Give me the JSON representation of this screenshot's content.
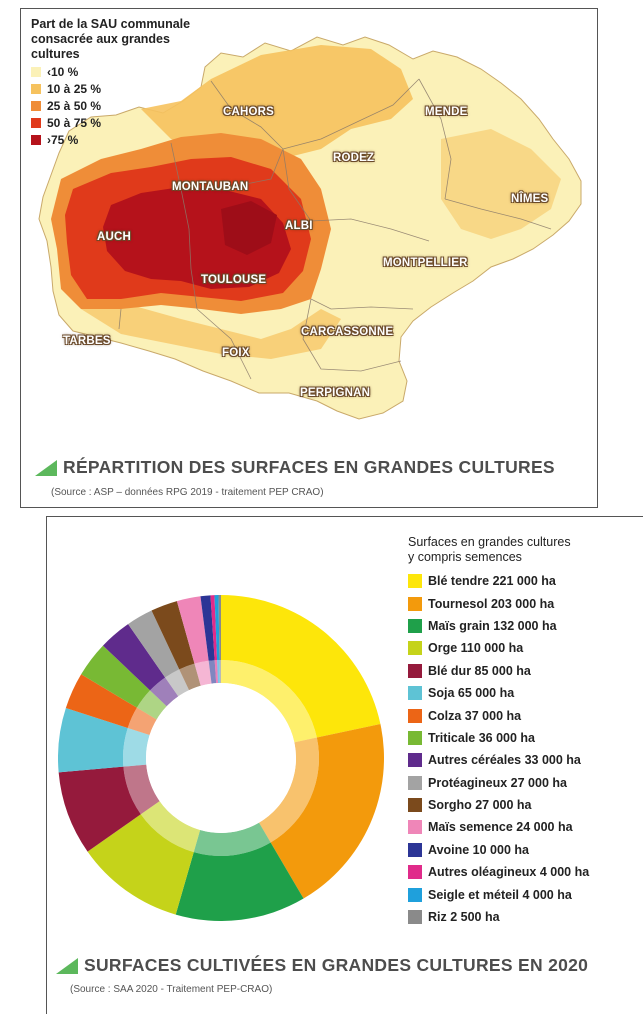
{
  "map": {
    "legend": {
      "title_lines": [
        "Part de la SAU communale",
        "consacrée aux grandes",
        "cultures"
      ],
      "items": [
        {
          "label": "‹10 %",
          "color": "#fbf1b8"
        },
        {
          "label": "10 à 25 %",
          "color": "#f6c25e"
        },
        {
          "label": "25 à 50 %",
          "color": "#ef8d38"
        },
        {
          "label": "50 à 75 %",
          "color": "#e03a1b"
        },
        {
          "label": "›75 %",
          "color": "#b5121b"
        }
      ]
    },
    "cities": [
      {
        "name": "CAHORS"
      },
      {
        "name": "MENDE"
      },
      {
        "name": "RODEZ"
      },
      {
        "name": "MONTAUBAN"
      },
      {
        "name": "NÎMES"
      },
      {
        "name": "ALBI"
      },
      {
        "name": "AUCH"
      },
      {
        "name": "TOULOUSE"
      },
      {
        "name": "MONTPELLIER"
      },
      {
        "name": "TARBES"
      },
      {
        "name": "CARCASSONNE"
      },
      {
        "name": "FOIX"
      },
      {
        "name": "PERPIGNAN"
      }
    ],
    "title": "RÉPARTITION DES SURFACES EN GRANDES CULTURES",
    "source": "(Source : ASP – données RPG 2019 - traitement PEP CRAO)",
    "accent_color": "#5cb85c"
  },
  "chart_data": {
    "type": "pie",
    "title": "SURFACES CULTIVÉES EN GRANDES CULTURES EN 2020",
    "legend_title_lines": [
      "Surfaces en grandes cultures",
      "y compris semences"
    ],
    "source": "(Source : SAA 2020 - Traitement PEP-CRAO)",
    "unit": "ha",
    "legend_position": "right",
    "slices": [
      {
        "name": "Blé tendre",
        "value": 221000,
        "label": "Blé tendre 221 000 ha",
        "color": "#fde60a"
      },
      {
        "name": "Tournesol",
        "value": 203000,
        "label": "Tournesol 203 000 ha",
        "color": "#f39a0c"
      },
      {
        "name": "Maïs grain",
        "value": 132000,
        "label": "Maïs grain 132 000 ha",
        "color": "#1fa04a"
      },
      {
        "name": "Orge",
        "value": 110000,
        "label": "Orge 110 000 ha",
        "color": "#c5d31a"
      },
      {
        "name": "Blé dur",
        "value": 85000,
        "label": "Blé dur 85 000 ha",
        "color": "#951a3c"
      },
      {
        "name": "Soja",
        "value": 65000,
        "label": "Soja 65 000 ha",
        "color": "#5ec3d5"
      },
      {
        "name": "Colza",
        "value": 37000,
        "label": "Colza 37 000 ha",
        "color": "#ec6516"
      },
      {
        "name": "Triticale",
        "value": 36000,
        "label": "Triticale 36 000 ha",
        "color": "#78b934"
      },
      {
        "name": "Autres céréales",
        "value": 33000,
        "label": "Autres céréales 33 000 ha",
        "color": "#5f2b8c"
      },
      {
        "name": "Protéagineux",
        "value": 27000,
        "label": "Protéagineux 27 000 ha",
        "color": "#a3a3a3"
      },
      {
        "name": "Sorgho",
        "value": 27000,
        "label": "Sorgho 27 000 ha",
        "color": "#7b4a1c"
      },
      {
        "name": "Maïs semence",
        "value": 24000,
        "label": "Maïs semence 24 000 ha",
        "color": "#ef86b8"
      },
      {
        "name": "Avoine",
        "value": 10000,
        "label": "Avoine 10 000 ha",
        "color": "#2c3596"
      },
      {
        "name": "Autres oléagineux",
        "value": 4000,
        "label": "Autres oléagineux 4 000 ha",
        "color": "#e02b8a"
      },
      {
        "name": "Seigle et méteil",
        "value": 4000,
        "label": "Seigle et méteil 4 000 ha",
        "color": "#1fa0dc"
      },
      {
        "name": "Riz",
        "value": 2500,
        "label": "Riz 2 500 ha",
        "color": "#8a8a8a"
      }
    ]
  }
}
